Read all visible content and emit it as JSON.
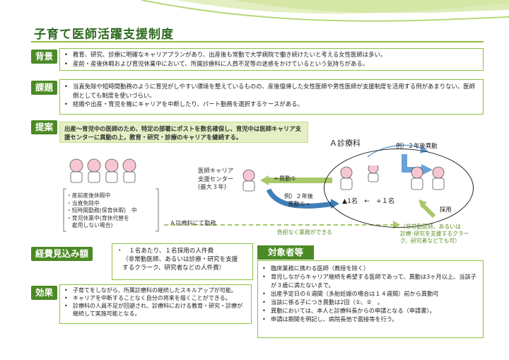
{
  "title": "子育て医師活躍支援制度",
  "background": {
    "tag": "背景",
    "items": [
      "教育、研究、診療に明確なキャリアプランがあり、出産後も常勤で大学病院で働き続けたいと考える女性医師は多い。",
      "産前・産後休暇および育児休業中において、所属診療科に人員不足等の迷惑をかけているという気持ちがある。"
    ]
  },
  "issues": {
    "tag": "課題",
    "items": [
      "当直免除や短時間勤務のように育児がしやすい環境を整えているものの、産後復帰した女性医師や男性医師が支援制度を活用する例があまりない。医師側としても制度を使いづらい。",
      "結婚や出産・育児を機にキャリアを中断したり、パート勤務を選択するケースがある。"
    ]
  },
  "proposal": {
    "tag": "提案",
    "band": "出産～育児中の医師のため、特定の部署にポストを数名確保し、育児中は医師キャリア支援センターに異動の上，教育・研究・診療のキャリアを継続する。",
    "left_list": "・産前産後休暇中\n・当直免除中\n・短時間勤務(保育休暇)　中\n・育児休業中(育休代替を\n　雇用しない場合)",
    "center_label": "医師キャリア\n支援センター\n(最大３年)",
    "dept_title": "Ａ診療科",
    "example_2yr": "例）２年後異動",
    "transfer1": "←異動①",
    "transfer2": "例）２年後\n異動②→",
    "count": "▲1名　←　+１名",
    "hire": "採用",
    "work_in_dept": "Ａ診療科にて勤務",
    "burden": "負担なく業務ができる",
    "nonregular": "（非常勤医師、あるいは\n診療･研究を支援するクラー\nク、研究者などでも可）"
  },
  "cost": {
    "tag": "経費見込み額",
    "line1": "・　１名あたり、１名採用の人件費",
    "line2": "（非常勤医師、あるいは診療・研究を支援\nするクラーク、研究者などの人件費）"
  },
  "effect": {
    "tag": "効果",
    "items": [
      "子育てをしながら、所属診療科の継続したスキルアップが可能。",
      "キャリアを中断することなく自分の将来を描くことができる。",
      "診療科の人員不足が回避され、診療科における教育・研究・診療が継続して実施可能となる。"
    ]
  },
  "target": {
    "tag": "対象者等",
    "items": [
      "臨床業務に携わる医師（教授を除く）",
      "育児しながらキャリア継続を希望する医師であって、異動は3ヶ月以上、当該子が３歳に満たないまで。",
      "出産予定日の６週間（多胎妊娠の場合は１４週間）前から異動可",
      "当該に係る子につき異動は2回（①、②　。",
      "異動においては、本人と診療科長からの申請となる（申請書）。",
      "申請は期間を明記し、病院長他で面接等を行う。"
    ]
  },
  "colors": {
    "green": "#4c8a25",
    "light_green": "#8fbf3f",
    "band": "#e5efc4"
  }
}
